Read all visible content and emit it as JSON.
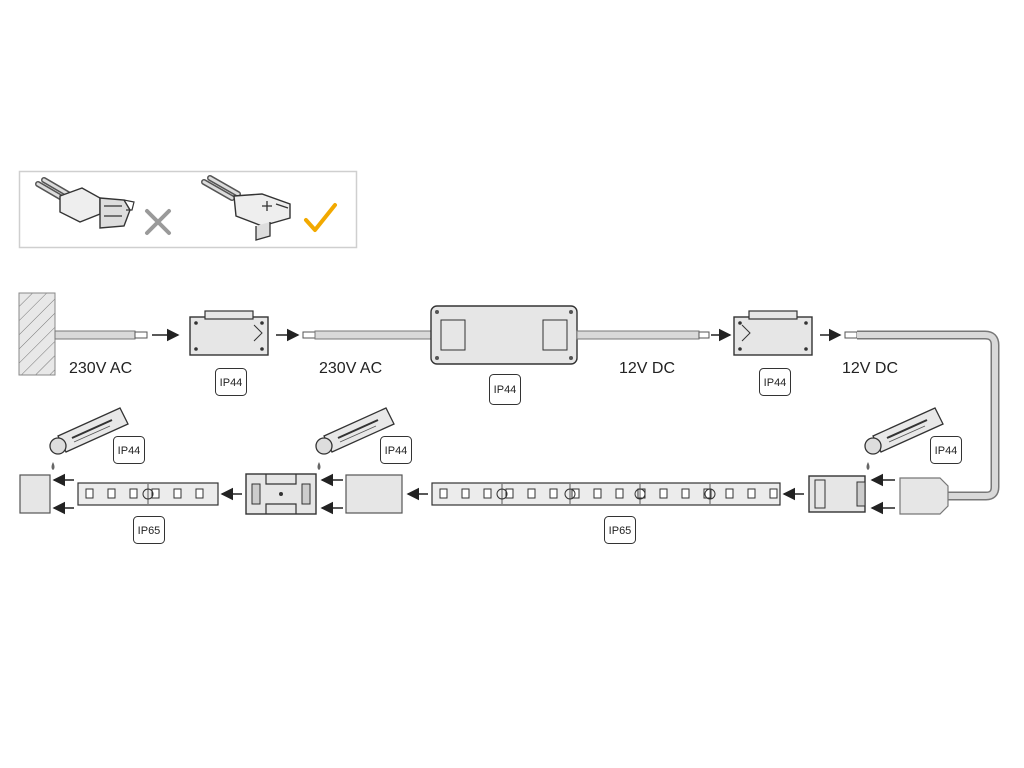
{
  "labels": {
    "ac_left": "230V AC",
    "ac_right": "230V AC",
    "dc_left": "12V DC",
    "dc_right": "12V DC"
  },
  "badges": {
    "connector_1": "IP44",
    "driver": "IP44",
    "connector_2": "IP44",
    "sealant_right": "IP44",
    "sealant_middle": "IP44",
    "sealant_left": "IP44",
    "strip_main": "IP65",
    "strip_short": "IP65"
  },
  "icons": {
    "wrong": "cross-icon",
    "right": "check-icon"
  },
  "colors": {
    "check": "#f2a900",
    "cross": "#9a9a9a",
    "part_fill": "#e6e6e6",
    "outline": "#333333"
  }
}
